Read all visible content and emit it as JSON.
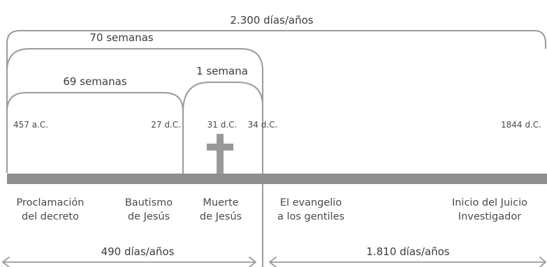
{
  "periods": {
    "total": "2.300 días/años",
    "seventy_weeks": "70 semanas",
    "sixty_nine_weeks": "69 semanas",
    "one_week": "1 semana"
  },
  "dates": {
    "d457": "457 a.C.",
    "d27": "27 d.C.",
    "d31": "31 d.C.",
    "d34": "34 d.C.",
    "d1844": "1844 d.C."
  },
  "events": {
    "decree": "Proclamación\ndel decreto",
    "baptism": "Bautismo\nde Jesús",
    "death": "Muerte\nde Jesús",
    "gospel": "El evangelio\na los gentiles",
    "judgment": "Inicio del Juicio\nInvestigador"
  },
  "spans": {
    "first": "490 días/años",
    "second": "1.810 días/años"
  },
  "icons": {
    "cross": "cross-icon"
  },
  "colors": {
    "line": "#9b9b9b",
    "timeline": "#8f8f8f",
    "cross": "#999999"
  }
}
